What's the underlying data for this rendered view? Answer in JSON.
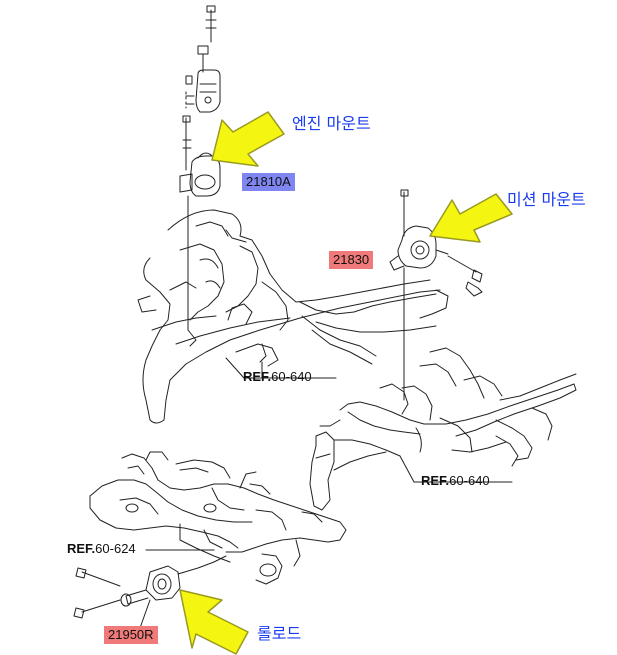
{
  "callouts": {
    "engine_mount": "엔진 마운트",
    "transmission_mount": "미션 마운트",
    "roll_rod": "롤로드"
  },
  "part_numbers": {
    "engine_mount": "21810A",
    "transmission_mount": "21830",
    "roll_rod": "21950R"
  },
  "refs": {
    "ref_prefix": "REF.",
    "left_rail": "60-640",
    "right_rail": "60-640",
    "subframe": "60-624"
  },
  "colors": {
    "arrow_fill": "#f5f512",
    "arrow_stroke": "#9a9a20",
    "part_blue": "#7f86f2",
    "part_red": "#f07a7a",
    "callout_text": "#1a3cf0"
  }
}
